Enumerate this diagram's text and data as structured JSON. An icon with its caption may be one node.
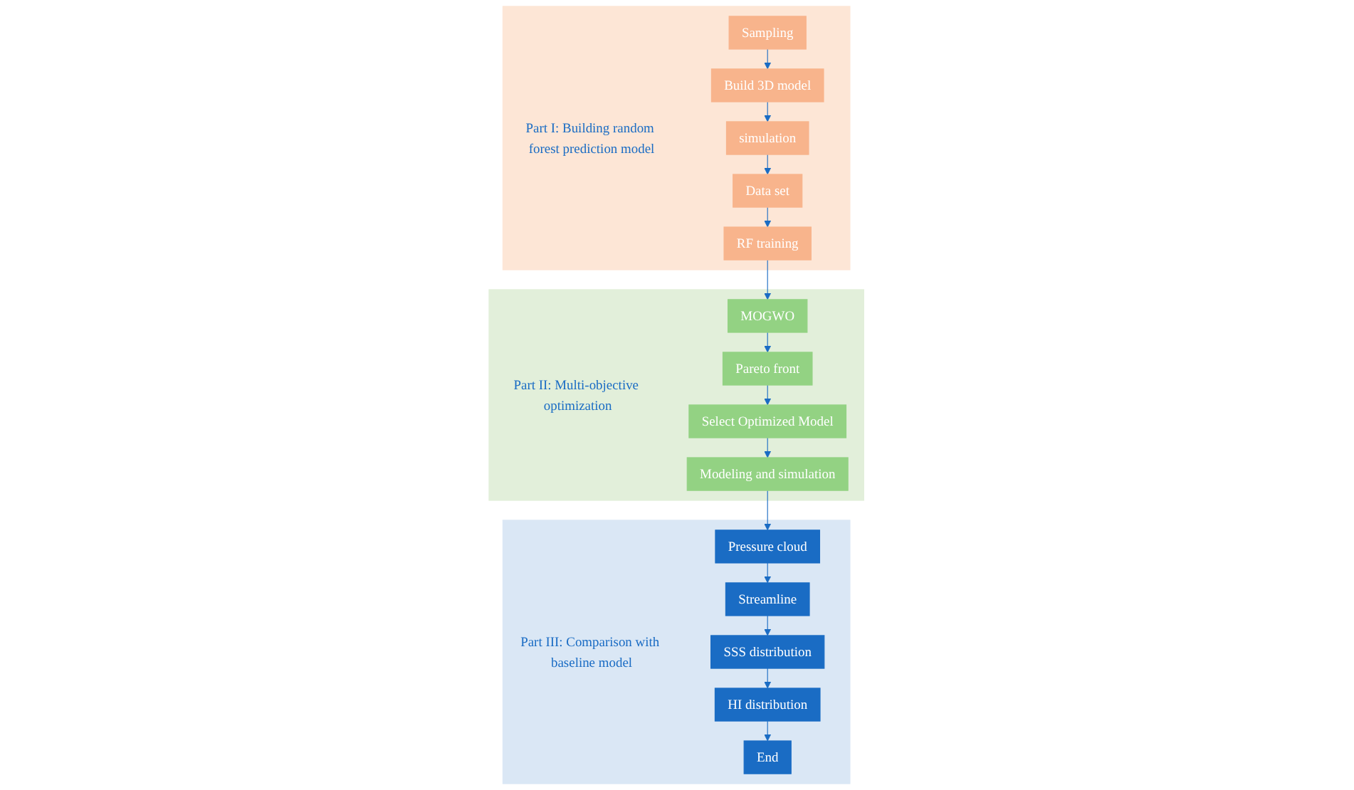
{
  "diagram": {
    "nodes": [
      {
        "text": [
          "Part I: Building random forest prediction model"
        ]
      },
      {
        "text": [
          "Sampling"
        ],
        "in": 0
      },
      {
        "text": [
          "Build 3D model"
        ],
        "in": 0
      },
      {
        "text": [
          "simulation"
        ],
        "in": 0
      },
      {
        "text": [
          "Data set"
        ],
        "in": 0
      },
      {
        "text": [
          "RF training"
        ],
        "in": 0
      },
      {
        "text": [
          "Part II: Multi-objective optimization"
        ]
      },
      {
        "text": [
          "Modeling and simulation"
        ],
        "in": 6
      },
      {
        "text": [
          "Select Optimized Model"
        ],
        "in": 6
      },
      {
        "text": [
          "Pareto front"
        ],
        "in": 6
      },
      {
        "text": [
          "MOGWO"
        ],
        "in": 6
      },
      {
        "text": [
          "Part III: Comparison with baseline model"
        ]
      },
      {
        "text": [
          "Pressure cloud"
        ],
        "in": 11
      },
      {
        "text": [
          "Streamline"
        ],
        "in": 11
      },
      {
        "text": [
          "SSS distribution"
        ],
        "in": 11
      },
      {
        "text": [
          "HI distribution"
        ],
        "in": 11
      },
      {
        "text": [
          "End"
        ],
        "in": 11
      }
    ],
    "edges": [
      {
        "from": 1,
        "to": 2,
        "arrow": "to"
      },
      {
        "from": 2,
        "to": 3,
        "arrow": "to"
      },
      {
        "from": 3,
        "to": 4,
        "arrow": "to"
      },
      {
        "from": 4,
        "to": 5,
        "arrow": "to"
      },
      {
        "from": 5,
        "to": 10,
        "arrow": "to"
      },
      {
        "from": 10,
        "to": 9,
        "arrow": "to"
      },
      {
        "from": 9,
        "to": 8,
        "arrow": "to"
      },
      {
        "from": 8,
        "to": 7,
        "arrow": "to"
      },
      {
        "from": 7,
        "to": 12,
        "arrow": "to"
      },
      {
        "from": 12,
        "to": 13,
        "arrow": "to"
      },
      {
        "from": 13,
        "to": 14,
        "arrow": "to"
      },
      {
        "from": 14,
        "to": 15,
        "arrow": "to"
      },
      {
        "from": 15,
        "to": 16,
        "arrow": "to"
      }
    ]
  }
}
